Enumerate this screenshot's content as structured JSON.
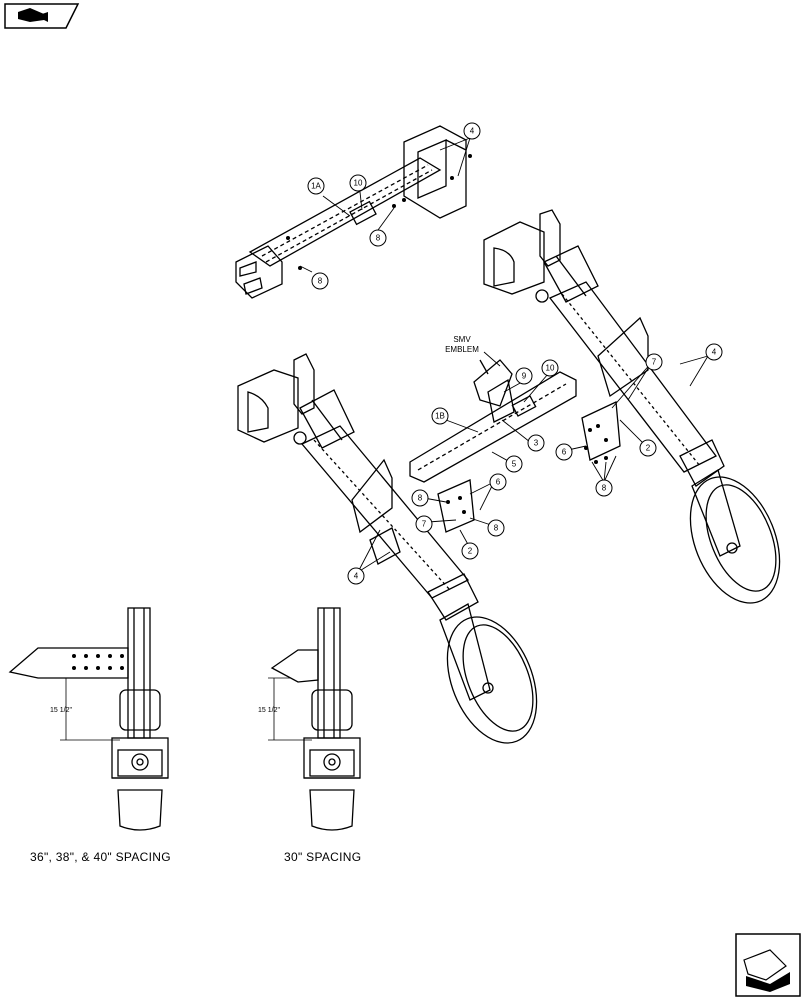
{
  "callouts": {
    "c1A": "1A",
    "c1B": "1B",
    "c2": "2",
    "c3": "3",
    "c4": "4",
    "c5": "5",
    "c6": "6",
    "c7": "7",
    "c8": "8",
    "c9": "9",
    "c10": "10"
  },
  "labels": {
    "smv_line1": "SMV",
    "smv_line2": "EMBLEM",
    "dim_left": "15 1/2\"",
    "dim_right": "15 1/2\"",
    "caption_left": "36\", 38\", & 40\"  SPACING",
    "caption_right": "30\" SPACING"
  },
  "icons": {
    "top_left": "previous-page-arrow-icon",
    "bottom_right": "next-page-arrow-icon"
  }
}
